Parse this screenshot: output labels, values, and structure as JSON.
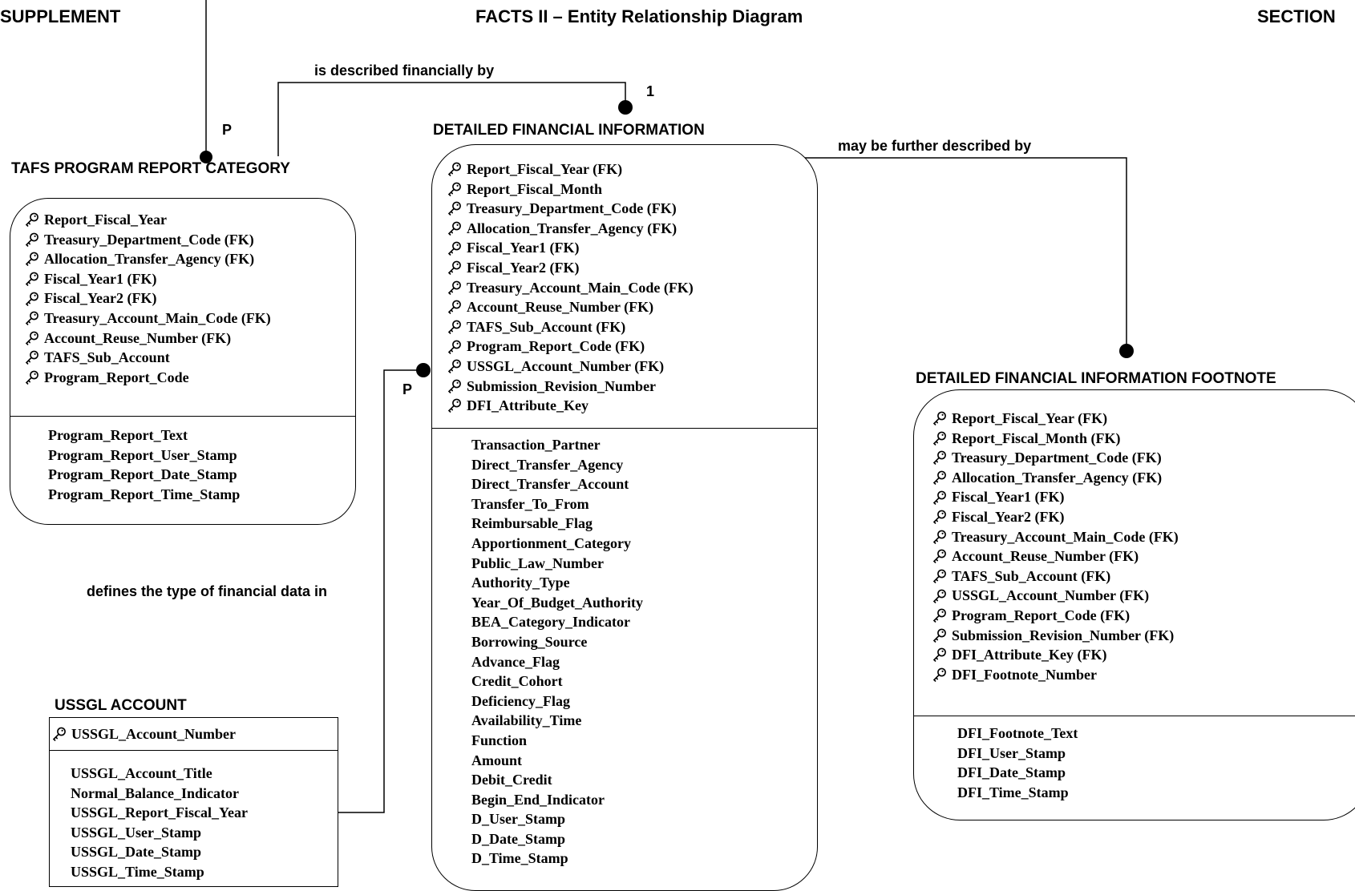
{
  "header": {
    "left": "SUPPLEMENT",
    "center": "FACTS II – Entity Relationship Diagram",
    "right": "SECTION"
  },
  "relationships": {
    "described_financially": "is described financially by",
    "further_described": "may be further described by",
    "defines_type": "defines the type of financial data in"
  },
  "cardinality": {
    "one": "1",
    "p_left": "P",
    "p_right": "P"
  },
  "entities": {
    "tafs": {
      "title": "TAFS PROGRAM REPORT CATEGORY",
      "keys": [
        "Report_Fiscal_Year",
        "Treasury_Department_Code (FK)",
        "Allocation_Transfer_Agency (FK)",
        "Fiscal_Year1 (FK)",
        "Fiscal_Year2 (FK)",
        "Treasury_Account_Main_Code (FK)",
        "Account_Reuse_Number (FK)",
        "TAFS_Sub_Account",
        "Program_Report_Code"
      ],
      "attrs": [
        "Program_Report_Text",
        "Program_Report_User_Stamp",
        "Program_Report_Date_Stamp",
        "Program_Report_Time_Stamp"
      ]
    },
    "dfi": {
      "title": "DETAILED FINANCIAL INFORMATION",
      "keys": [
        "Report_Fiscal_Year (FK)",
        "Report_Fiscal_Month",
        "Treasury_Department_Code (FK)",
        "Allocation_Transfer_Agency (FK)",
        "Fiscal_Year1 (FK)",
        "Fiscal_Year2 (FK)",
        "Treasury_Account_Main_Code (FK)",
        "Account_Reuse_Number (FK)",
        "TAFS_Sub_Account (FK)",
        "Program_Report_Code (FK)",
        "USSGL_Account_Number (FK)",
        "Submission_Revision_Number",
        "DFI_Attribute_Key"
      ],
      "attrs": [
        "Transaction_Partner",
        "Direct_Transfer_Agency",
        "Direct_Transfer_Account",
        "Transfer_To_From",
        "Reimbursable_Flag",
        "Apportionment_Category",
        "Public_Law_Number",
        "Authority_Type",
        "Year_Of_Budget_Authority",
        "BEA_Category_Indicator",
        "Borrowing_Source",
        "Advance_Flag",
        "Credit_Cohort",
        "Deficiency_Flag",
        "Availability_Time",
        "Function",
        "Amount",
        "Debit_Credit",
        "Begin_End_Indicator",
        "D_User_Stamp",
        "D_Date_Stamp",
        "D_Time_Stamp"
      ]
    },
    "footnote": {
      "title": "DETAILED FINANCIAL INFORMATION FOOTNOTE",
      "keys": [
        "Report_Fiscal_Year (FK)",
        "Report_Fiscal_Month (FK)",
        "Treasury_Department_Code (FK)",
        "Allocation_Transfer_Agency (FK)",
        "Fiscal_Year1 (FK)",
        "Fiscal_Year2 (FK)",
        "Treasury_Account_Main_Code (FK)",
        "Account_Reuse_Number (FK)",
        "TAFS_Sub_Account (FK)",
        "USSGL_Account_Number (FK)",
        "Program_Report_Code (FK)",
        "Submission_Revision_Number (FK)",
        "DFI_Attribute_Key (FK)",
        "DFI_Footnote_Number"
      ],
      "attrs": [
        "DFI_Footnote_Text",
        "DFI_User_Stamp",
        "DFI_Date_Stamp",
        "DFI_Time_Stamp"
      ]
    },
    "ussgl": {
      "title": "USSGL ACCOUNT",
      "keys": [
        "USSGL_Account_Number"
      ],
      "attrs": [
        "USSGL_Account_Title",
        "Normal_Balance_Indicator",
        "USSGL_Report_Fiscal_Year",
        "USSGL_User_Stamp",
        "USSGL_Date_Stamp",
        "USSGL_Time_Stamp"
      ]
    }
  }
}
